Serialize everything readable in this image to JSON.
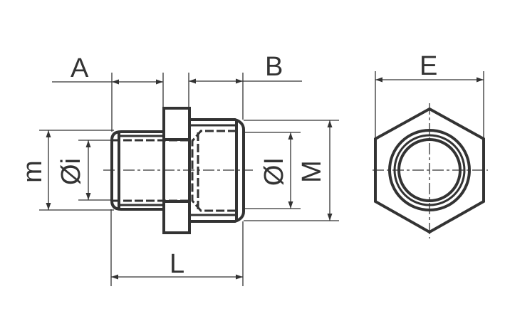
{
  "drawing": {
    "type": "technical-drawing",
    "subject": "hex reducing nipple (male thread both ends)",
    "line_color": "#333333",
    "background": "#ffffff",
    "views": [
      "side-view",
      "end-view"
    ]
  },
  "dimensions": {
    "A": "A",
    "B": "B",
    "E": "E",
    "L": "L",
    "m": "m",
    "M": "M",
    "phi_i": "Øi",
    "phi_I": "ØI"
  }
}
